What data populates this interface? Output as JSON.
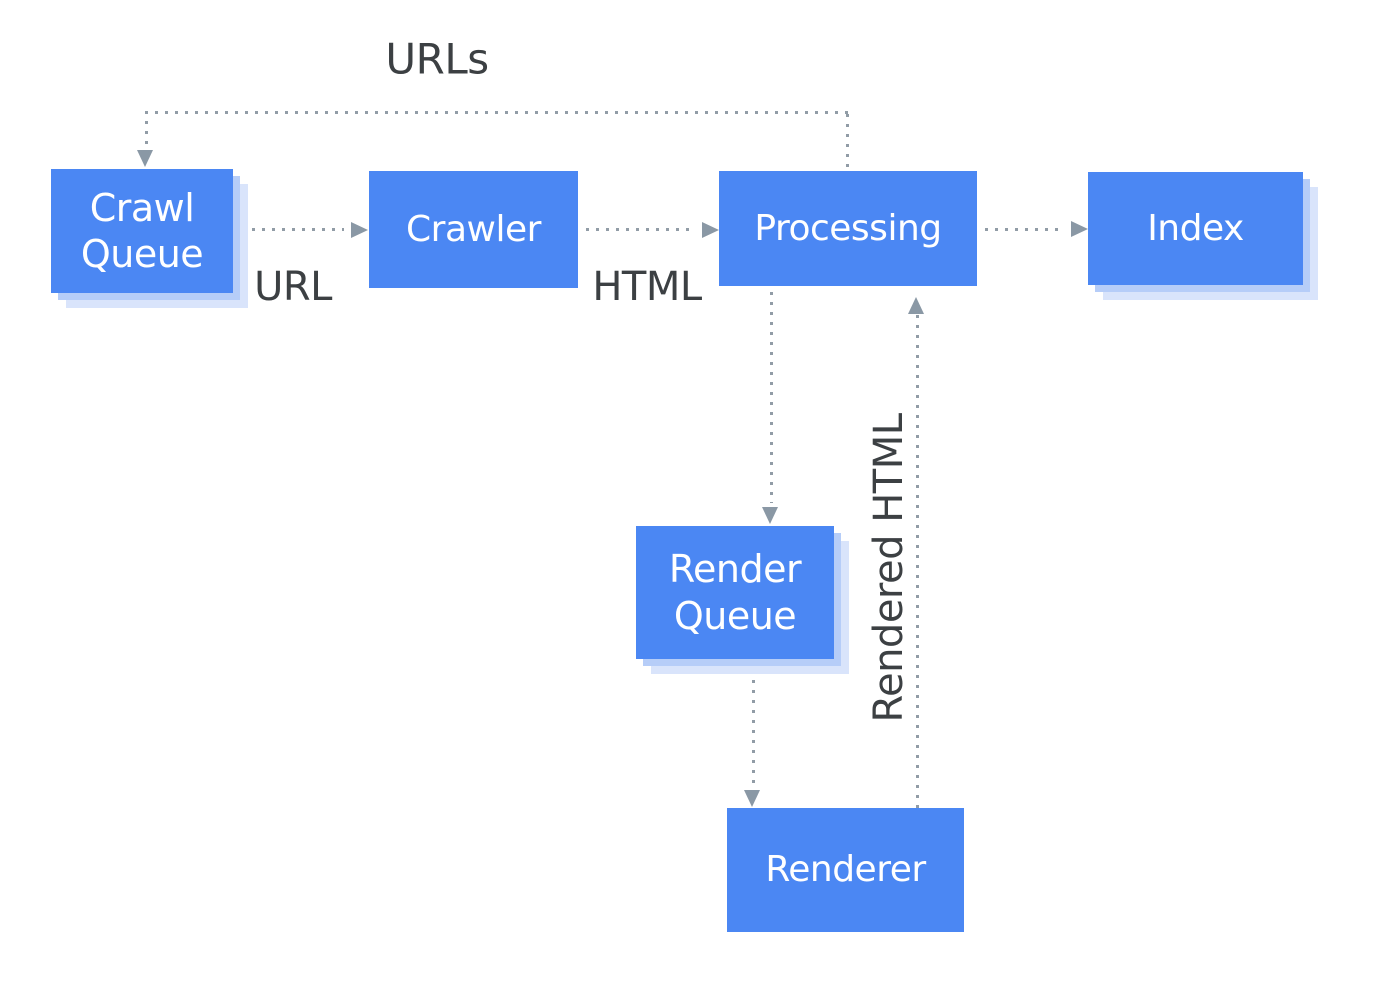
{
  "diagram": {
    "nodes": {
      "crawl_queue": {
        "label": "Crawl Queue"
      },
      "crawler": {
        "label": "Crawler"
      },
      "processing": {
        "label": "Processing"
      },
      "index": {
        "label": "Index"
      },
      "render_queue": {
        "label": "Render Queue"
      },
      "renderer": {
        "label": "Renderer"
      }
    },
    "edge_labels": {
      "urls": "URLs",
      "url": "URL",
      "html": "HTML",
      "rendered_html": "Rendered HTML"
    },
    "colors": {
      "node_fill": "#4b87f3",
      "node_text": "#ffffff",
      "node_shadow_inner": "#b6cdf8",
      "node_shadow_outer": "#d9e4fb",
      "connector_dots": "#919ca6",
      "arrowhead": "#8a98a5",
      "edge_label_text": "#3c4043",
      "background": "#ffffff"
    }
  }
}
